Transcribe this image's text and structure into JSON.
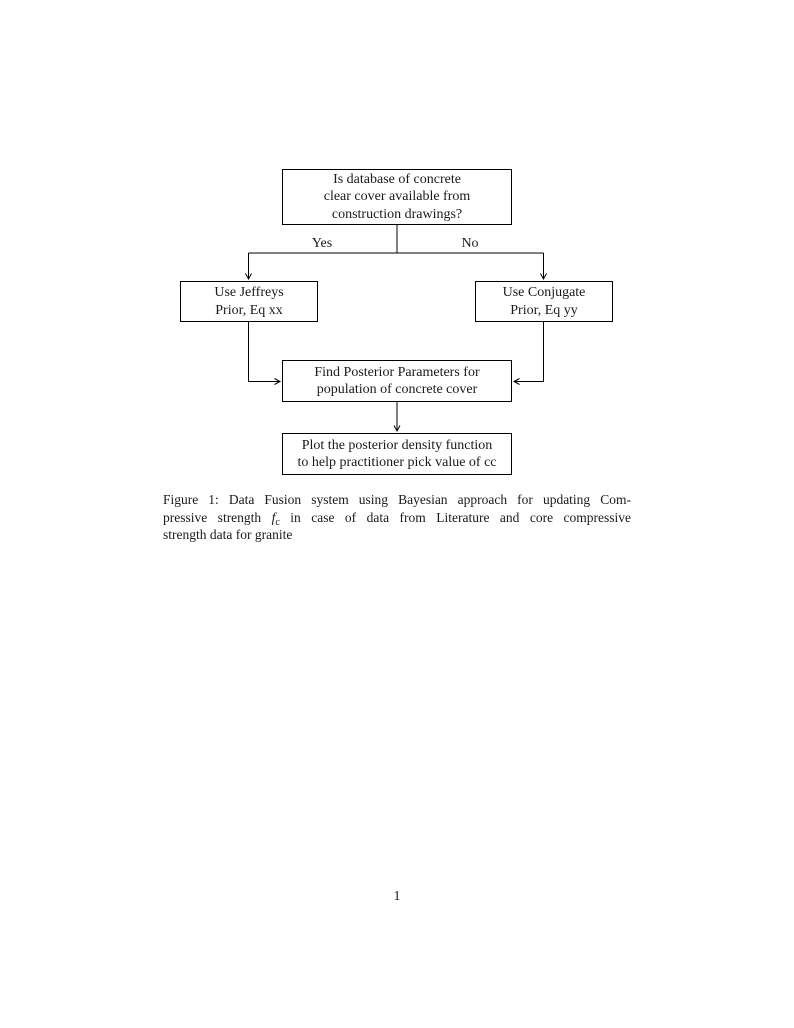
{
  "page": {
    "number": "1"
  },
  "flowchart": {
    "nodes": {
      "question": {
        "lines": [
          "Is database of concrete",
          "clear cover available from",
          "construction drawings?"
        ]
      },
      "jeffreys": {
        "lines": [
          "Use Jeffreys",
          "Prior, Eq xx"
        ]
      },
      "conjugate": {
        "lines": [
          "Use Conjugate",
          "Prior, Eq yy"
        ]
      },
      "posterior": {
        "lines": [
          "Find Posterior Parameters for",
          "population of concrete cover"
        ]
      },
      "plot": {
        "lines": [
          "Plot the posterior density function",
          "to help practitioner pick value of cc"
        ]
      }
    },
    "edge_labels": {
      "yes": "Yes",
      "no": "No"
    }
  },
  "caption": {
    "line1": "Figure 1: Data Fusion system using Bayesian approach for updating Com-",
    "line2_before_math": "pressive strength ",
    "math_symbol": "f",
    "math_subscript": "c",
    "line2_after_math": " in case of data from Literature and core compressive",
    "line3": "strength data for granite"
  },
  "colors": {
    "background": "#ffffff",
    "text": "#1a1a1a",
    "line": "#000000"
  }
}
